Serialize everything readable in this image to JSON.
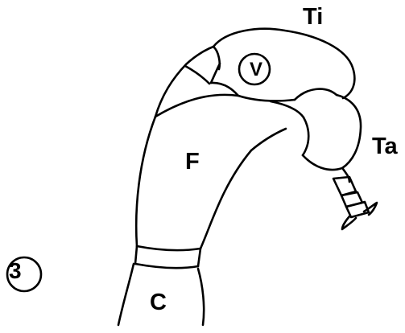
{
  "figure": {
    "labels": {
      "tibia": "Ti",
      "tarsus": "Ta",
      "femur": "F",
      "coxa": "C",
      "v_marker": "V",
      "figure_number": "3"
    },
    "colors": {
      "stroke": "#000000",
      "background": "#ffffff"
    }
  }
}
